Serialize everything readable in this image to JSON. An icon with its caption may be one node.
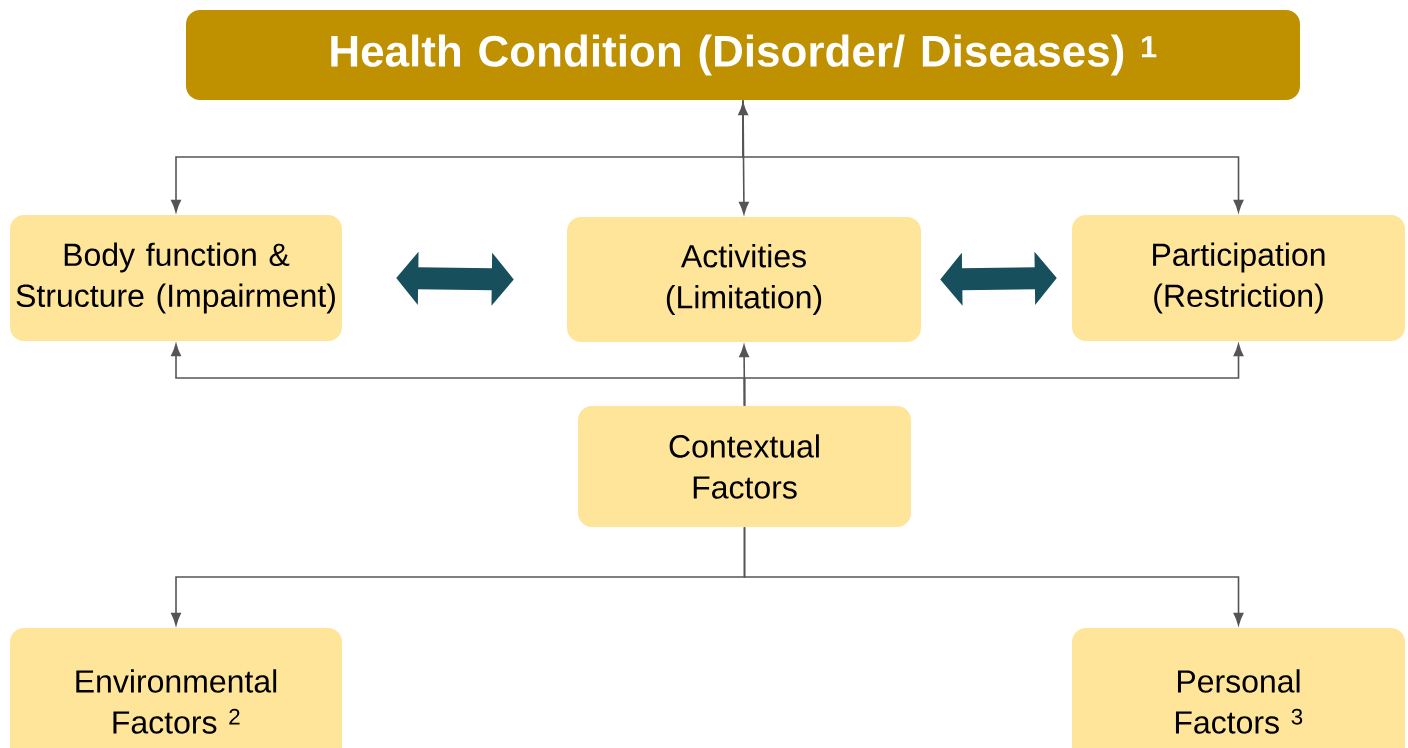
{
  "diagram": {
    "nodes": [
      {
        "text": [
          "Health Condition (Disorder/ Diseases) $^{1}$"
        ]
      },
      {
        "text": [
          "Body function & Structure (Impairment)"
        ]
      },
      {
        "text": [
          "Activities (Limitation)"
        ]
      },
      {
        "text": [
          "Participation (Restriction)"
        ]
      },
      {
        "text": [
          "Contextual Factors"
        ]
      },
      {
        "text": [
          "Environmental Factors $^{2}$"
        ]
      },
      {
        "text": [
          "Personal Factors $^{3}$"
        ]
      }
    ],
    "edges": [
      {
        "from": 0,
        "to": 1,
        "arrow": "to"
      },
      {
        "from": 0,
        "to": 2,
        "arrow": "both"
      },
      {
        "from": 0,
        "to": 3,
        "arrow": "to"
      },
      {
        "from": 1,
        "to": 2,
        "arrow": "both",
        "style": "thick",
        "color": "#174f5c"
      },
      {
        "from": 2,
        "to": 3,
        "arrow": "both",
        "style": "thick",
        "color": "#174f5c"
      },
      {
        "from": 4,
        "to": 1,
        "arrow": "to"
      },
      {
        "from": 4,
        "to": 2,
        "arrow": "to"
      },
      {
        "from": 4,
        "to": 3,
        "arrow": "to"
      },
      {
        "from": 4,
        "to": 5,
        "arrow": "to"
      },
      {
        "from": 4,
        "to": 6,
        "arrow": "to"
      }
    ]
  }
}
